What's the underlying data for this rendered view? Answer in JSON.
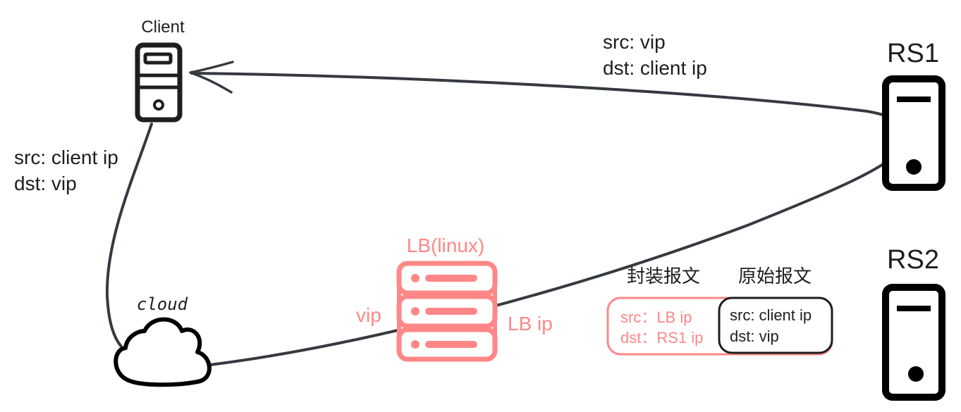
{
  "nodes": {
    "client": {
      "label": "Client"
    },
    "rs1": {
      "label": "RS1"
    },
    "rs2": {
      "label": "RS2"
    },
    "cloud": {
      "label": "cloud"
    },
    "lb": {
      "label": "LB(linux)",
      "left_label": "vip",
      "right_label": "LB ip"
    }
  },
  "flows": {
    "request": {
      "src": "src: client ip",
      "dst": "dst: vip"
    },
    "response": {
      "src": "src: vip",
      "dst": "dst: client ip"
    }
  },
  "packet": {
    "outer_title": "封装报文",
    "inner_title": "原始报文",
    "outer_src": "src：LB ip",
    "outer_dst": "dst：RS1 ip",
    "inner_src": "src: client ip",
    "inner_dst": "dst: vip"
  },
  "colors": {
    "stroke": "#1e1e1e",
    "edge": "#343a40",
    "lb": "#ff8787"
  }
}
